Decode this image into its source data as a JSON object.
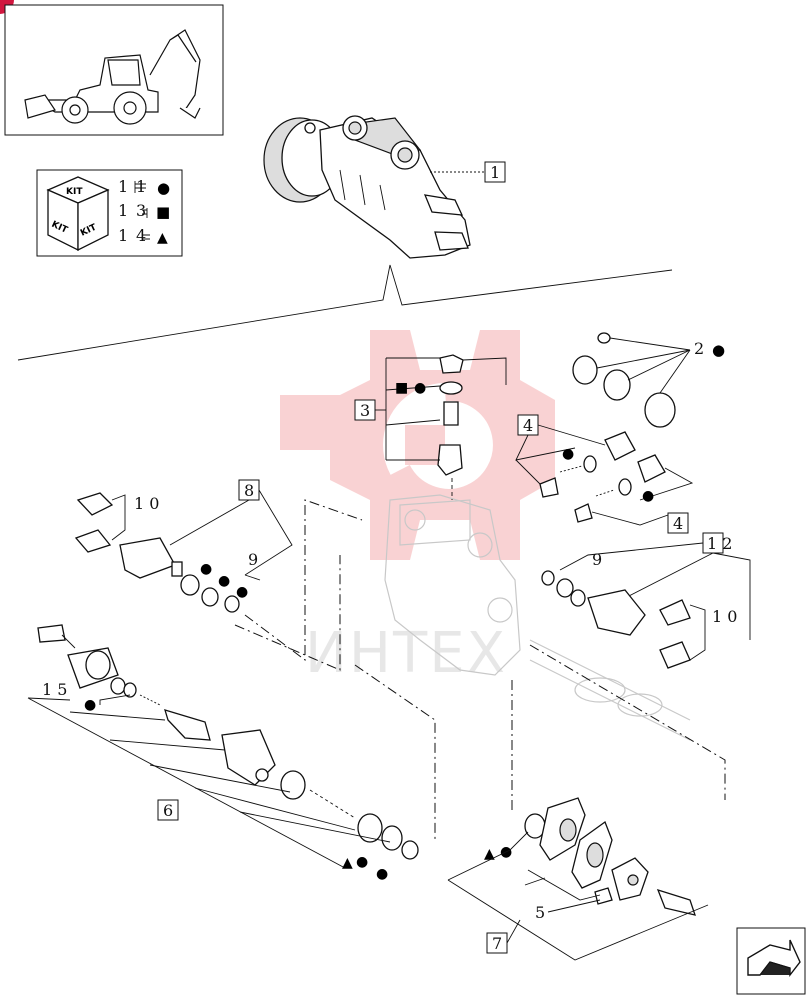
{
  "kit_legend": {
    "kit_text": "KIT",
    "rows": [
      {
        "qty": "1",
        "ref": "1",
        "symbol": "●"
      },
      {
        "qty": "1",
        "ref": "3",
        "symbol": "■"
      },
      {
        "qty": "1",
        "ref": "4",
        "symbol": "▲"
      }
    ]
  },
  "callouts": {
    "c1": "1",
    "c2": "2",
    "c3": "3",
    "c4a": "4",
    "c4b": "4",
    "c5": "5",
    "c6": "6",
    "c7": "7",
    "c8": "8",
    "c9a": "9",
    "c9b": "9",
    "c10a": "1 0",
    "c10b": "1 0",
    "c12": "1 2",
    "c15": "1 5"
  },
  "watermark": {
    "text": "ИНТЕХ",
    "color": "#e8383a"
  },
  "symbols": {
    "dot": "●",
    "square": "■",
    "triangle": "▲"
  },
  "colors": {
    "accent": "#d1173f",
    "line": "#111111"
  }
}
